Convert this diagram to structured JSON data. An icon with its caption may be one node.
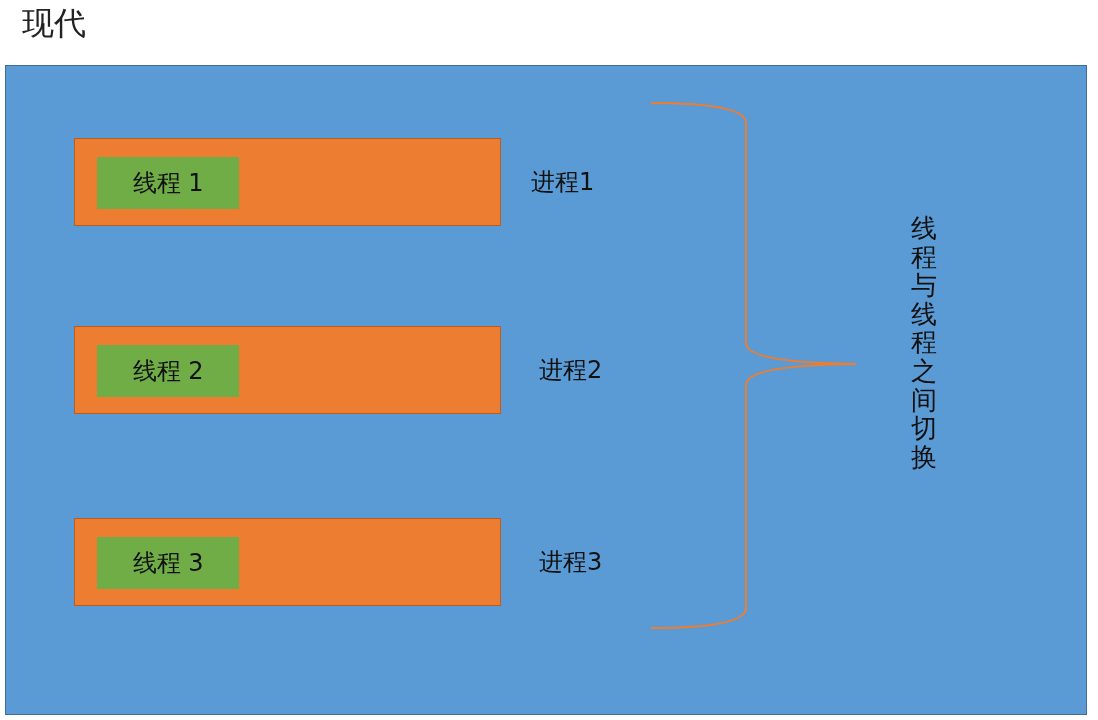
{
  "diagram": {
    "title": "现代",
    "nodes": [
      {
        "text": [],
        "shape": "box"
      },
      {
        "text": [],
        "shape": "box",
        "in": 0,
        "beside": [
          "进程1"
        ]
      },
      {
        "text": [
          "线程 1"
        ],
        "in": 1
      },
      {
        "text": [],
        "shape": "box",
        "in": 0,
        "beside": [
          "进程2"
        ]
      },
      {
        "text": [
          "线程 2"
        ],
        "in": 3
      },
      {
        "text": [],
        "shape": "box",
        "in": 0,
        "beside": [
          "进程3"
        ]
      },
      {
        "text": [
          "线程 3"
        ],
        "in": 5
      }
    ],
    "labels": [
      "线程与线程之间切换"
    ]
  }
}
